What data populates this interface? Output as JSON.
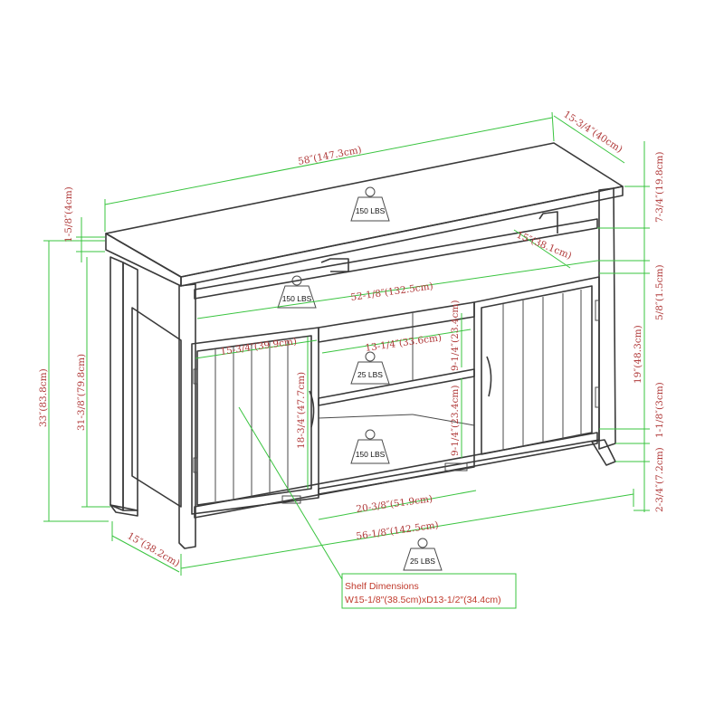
{
  "dimensions": {
    "top_width": "58″(147.3cm)",
    "top_depth": "15-3/4″(40cm)",
    "top_thickness": "1-5/8″(4cm)",
    "overall_height": "33″(83.8cm)",
    "body_height": "31-3/8″(79.8cm)",
    "top_shelf_height": "7-3/4″(19.8cm)",
    "open_shelf_depth": "15″(38.1cm)",
    "inner_width": "52-1/8″(132.5cm)",
    "side_trim": "5/8″(1.5cm)",
    "cabinet_height": "19″(48.3cm)",
    "door_width": "15-3/4″(39.9cm)",
    "center_shelf_width": "13-1/4″(33.6cm)",
    "upper_opening_height": "9-1/4″(23.4cm)",
    "lower_opening_height": "9-1/4″(23.4cm)",
    "door_height": "18-3/4″(47.7cm)",
    "center_opening_width": "20-3/8″(51.9cm)",
    "base_width": "56-1/8″(142.5cm)",
    "base_depth": "15″(38.2cm)",
    "bottom_rail": "1-1/8″(3cm)",
    "leg_height": "2-3/4″(7.2cm)"
  },
  "weights": {
    "top": "150 LBS",
    "open_shelf": "150 LBS",
    "center_shelf": "25 LBS",
    "bottom_shelf": "150 LBS",
    "cabinet_shelf": "25 LBS"
  },
  "shelf_dimensions": {
    "title": "Shelf Dimensions",
    "value": "W15-1/8″(38.5cm)xD13-1/2″(34.4cm)"
  },
  "colors": {
    "dimension_line": "#39c43f",
    "dimension_text": "#b03a3a",
    "outline": "#3a3a3a"
  }
}
